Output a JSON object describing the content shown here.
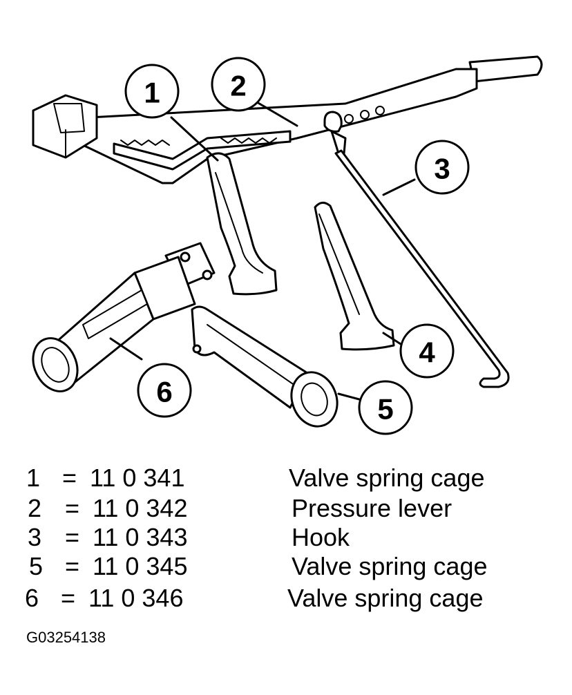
{
  "callouts": [
    "1",
    "2",
    "3",
    "4",
    "5",
    "6"
  ],
  "legend": [
    {
      "num": "1",
      "eq": "=",
      "part": "11 0 341",
      "desc": "Valve spring cage"
    },
    {
      "num": "2",
      "eq": "=",
      "part": "11 0 342",
      "desc": "Pressure lever"
    },
    {
      "num": "3",
      "eq": "=",
      "part": "11 0 343",
      "desc": "Hook"
    },
    {
      "num": "5",
      "eq": "=",
      "part": "11 0 345",
      "desc": "Valve spring cage"
    },
    {
      "num": "6",
      "eq": "=",
      "part": "11 0 346",
      "desc": "Valve spring cage"
    }
  ],
  "reference_code": "G03254138"
}
